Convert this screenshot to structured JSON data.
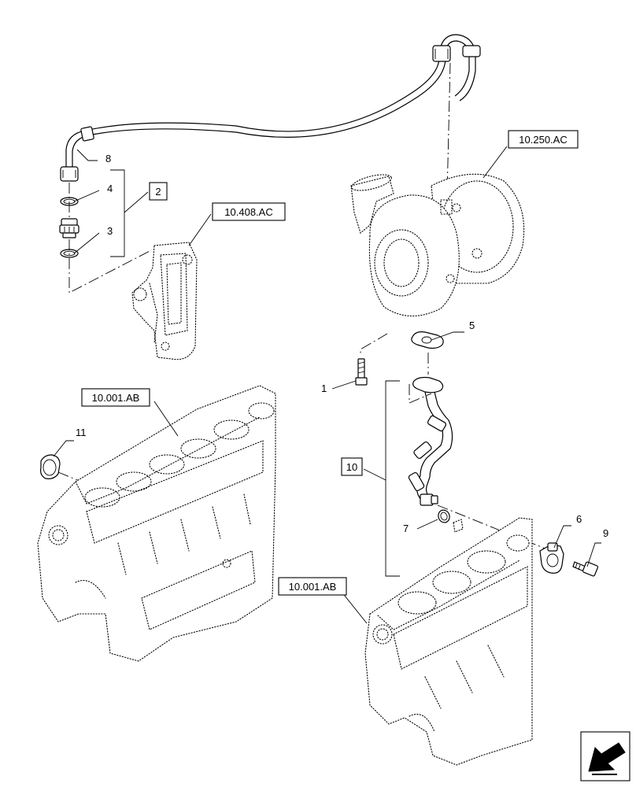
{
  "callouts": [
    {
      "id": "c1",
      "label": "1"
    },
    {
      "id": "c2",
      "label": "2"
    },
    {
      "id": "c3",
      "label": "3"
    },
    {
      "id": "c4",
      "label": "4"
    },
    {
      "id": "c5",
      "label": "5"
    },
    {
      "id": "c6",
      "label": "6"
    },
    {
      "id": "c7",
      "label": "7"
    },
    {
      "id": "c8",
      "label": "8"
    },
    {
      "id": "c9",
      "label": "9"
    },
    {
      "id": "c10",
      "label": "10"
    },
    {
      "id": "c11",
      "label": "11"
    }
  ],
  "references": {
    "turbo": "10.250.AC",
    "filter_head": "10.408.AC",
    "block_left": "10.001.AB",
    "block_right": "10.001.AB"
  },
  "boxed_callouts": [
    "2",
    "10"
  ],
  "nav_icon": "next-page-arrow-icon"
}
